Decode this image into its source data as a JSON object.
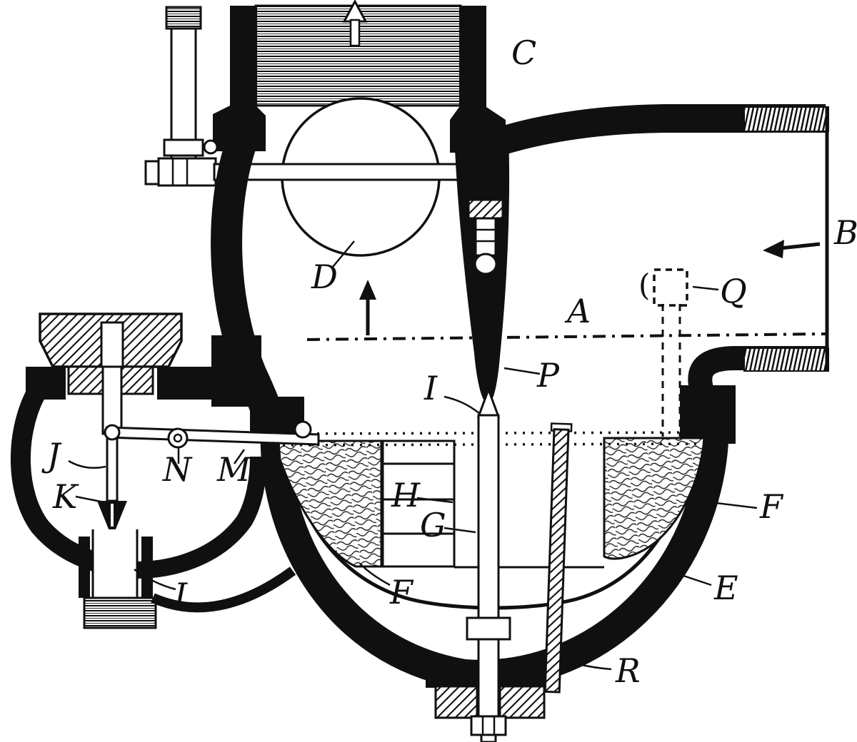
{
  "figure": {
    "ink_color": "#101010",
    "paper_color": "#ffffff",
    "labels": {
      "c": "C",
      "b": "B",
      "d": "D",
      "a": "A",
      "q": "Q",
      "q_bracket": "(",
      "p": "P",
      "i_needle": "I",
      "j": "J",
      "k": "K",
      "n": "N",
      "m": "M",
      "h": "H",
      "g": "G",
      "f_left": "F",
      "f_right": "F",
      "e": "E",
      "i_outlet": "I",
      "r": "R"
    }
  }
}
